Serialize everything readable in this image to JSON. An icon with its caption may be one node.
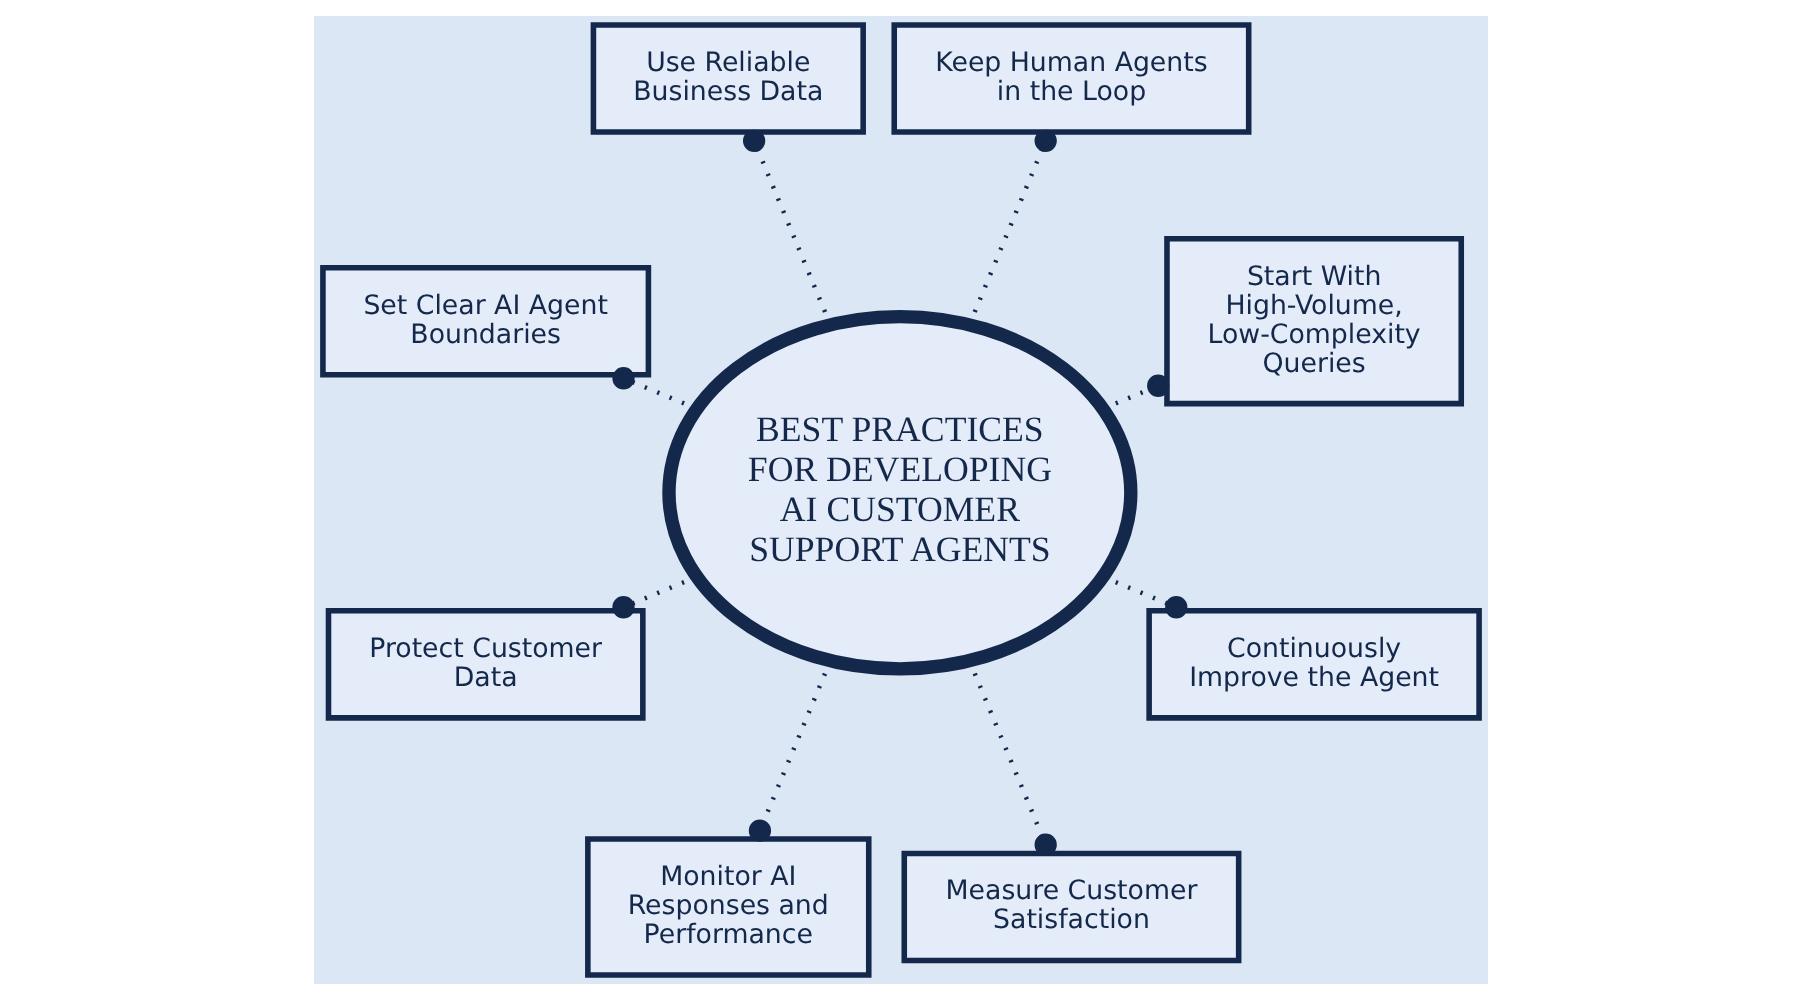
{
  "diagram": {
    "nodes": [
      {
        "text": [
          "BEST PRACTICES FOR DEVELOPING AI CUSTOMER SUPPORT AGENTS"
        ]
      },
      {
        "text": [
          "Start With High-Volume, Low-Complexity Queries"
        ]
      },
      {
        "text": [
          "Keep Human Agents in the Loop"
        ]
      },
      {
        "text": [
          "Use Reliable Business Data"
        ]
      },
      {
        "text": [
          "Set Clear AI Agent Boundaries"
        ]
      },
      {
        "text": [
          "Protect Customer Data"
        ]
      },
      {
        "text": [
          "Monitor AI Responses and Performance"
        ]
      },
      {
        "text": [
          "Measure Customer Satisfaction"
        ]
      },
      {
        "text": [
          "Continuously Improve the Agent"
        ]
      }
    ],
    "edges": [
      {
        "from": 0,
        "to": 1,
        "arrow": "other",
        "style": "dashed"
      },
      {
        "from": 0,
        "to": 2,
        "arrow": "other",
        "style": "dashed"
      },
      {
        "from": 0,
        "to": 3,
        "arrow": "other",
        "style": "dashed"
      },
      {
        "from": 0,
        "to": 4,
        "arrow": "other",
        "style": "dashed"
      },
      {
        "from": 0,
        "to": 5,
        "arrow": "other",
        "style": "dashed"
      },
      {
        "from": 0,
        "to": 6,
        "arrow": "other",
        "style": "dashed"
      },
      {
        "from": 0,
        "to": 7,
        "arrow": "other",
        "style": "dashed"
      },
      {
        "from": 0,
        "to": 8,
        "arrow": "other",
        "style": "dashed"
      }
    ]
  }
}
